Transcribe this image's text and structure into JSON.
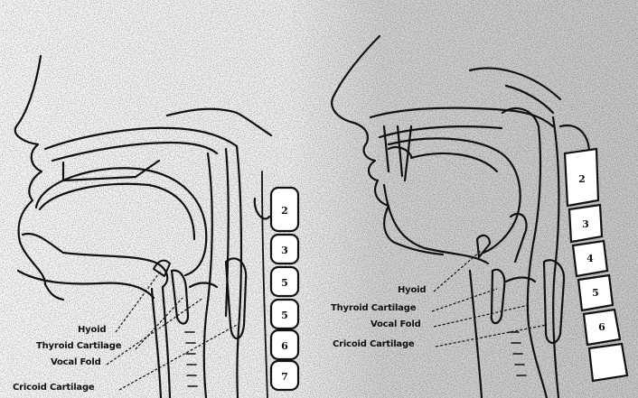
{
  "left_panel": {
    "labels": {
      "hyoid": "Hyoid",
      "thyroid": "Thyroid Cartilage",
      "vocal_fold": "Vocal Fold",
      "cricoid": "Cricoid Cartilage"
    },
    "vertebra_numbers": [
      "2",
      "3",
      "5",
      "5",
      "6",
      "7"
    ]
  },
  "right_panel": {
    "labels": {
      "hyoid": "Hyoid",
      "thyroid": "Thyroid Cartilage",
      "vocal_fold": "Vocal Fold",
      "cricoid": "Cricoid Cartilage"
    },
    "vertebra_numbers": [
      "2",
      "3",
      "4",
      "5",
      "6"
    ]
  },
  "colors": {
    "ink": "#111111",
    "shadow_right": "#cfcfcf",
    "paper": "#ffffff"
  }
}
